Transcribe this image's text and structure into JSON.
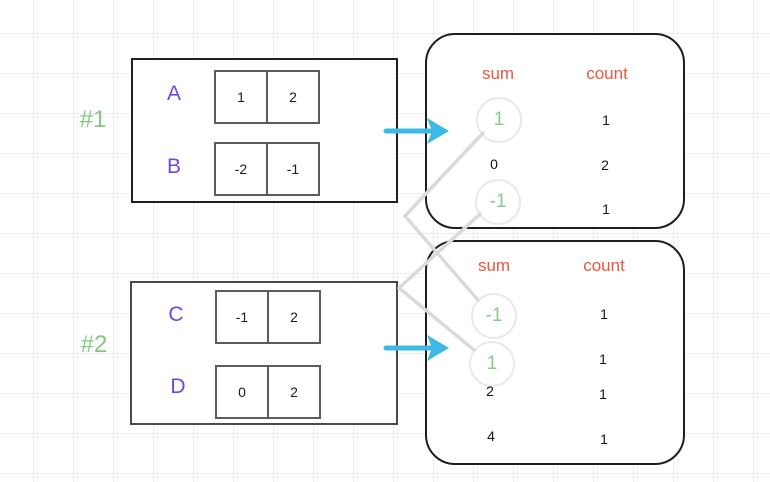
{
  "groups": [
    {
      "label": "#1",
      "arrays": [
        {
          "name": "A",
          "cells": [
            "1",
            "2"
          ]
        },
        {
          "name": "B",
          "cells": [
            "-2",
            "-1"
          ]
        }
      ],
      "table": {
        "sum_header": "sum",
        "count_header": "count",
        "rows": [
          {
            "sum": "1",
            "count": "1",
            "circled": true
          },
          {
            "sum": "0",
            "count": "2",
            "circled": false
          },
          {
            "sum": "-1",
            "count": "1",
            "circled": true
          }
        ]
      }
    },
    {
      "label": "#2",
      "arrays": [
        {
          "name": "C",
          "cells": [
            "-1",
            "2"
          ]
        },
        {
          "name": "D",
          "cells": [
            "0",
            "2"
          ]
        }
      ],
      "table": {
        "sum_header": "sum",
        "count_header": "count",
        "rows": [
          {
            "sum": "-1",
            "count": "1",
            "circled": true
          },
          {
            "sum": "1",
            "count": "1",
            "circled": true
          },
          {
            "sum": "2",
            "count": "1",
            "circled": false
          },
          {
            "sum": "4",
            "count": "1",
            "circled": false
          }
        ]
      }
    }
  ],
  "connections": [
    {
      "from": "group1 sum 1",
      "to": "group2 sum -1"
    },
    {
      "from": "group1 sum -1",
      "to": "group2 sum 1"
    }
  ],
  "colors": {
    "group_label": "#85c785",
    "array_name": "#7048e0",
    "table_header": "#e8583d",
    "circled_value": "#8bc88b",
    "arrow": "#3db9e6",
    "connector_line": "#dadada"
  }
}
